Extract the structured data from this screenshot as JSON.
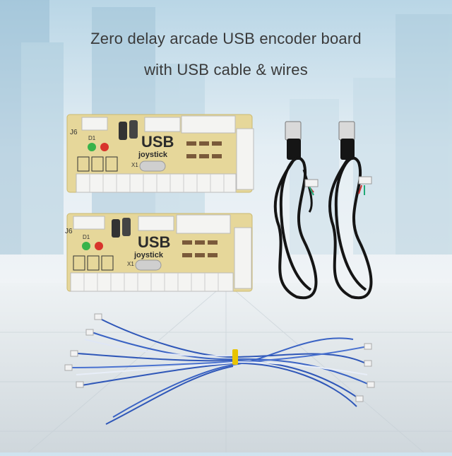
{
  "caption": {
    "line1": "Zero delay arcade USB encoder board",
    "line2": "with USB cable & wires"
  },
  "boards": [
    {
      "label_main": "USB",
      "label_sub": "joystick",
      "mark_j6": "J6",
      "mark_d1": "D1",
      "mark_x1": "X1"
    },
    {
      "label_main": "USB",
      "label_sub": "joystick",
      "mark_j6": "J6",
      "mark_d1": "D1",
      "mark_x1": "X1"
    }
  ],
  "colors": {
    "board": "#e6d79a",
    "connector": "#f4f4f2",
    "cable": "#151515",
    "wire": "#2f57b8",
    "tie": "#e8c400"
  }
}
